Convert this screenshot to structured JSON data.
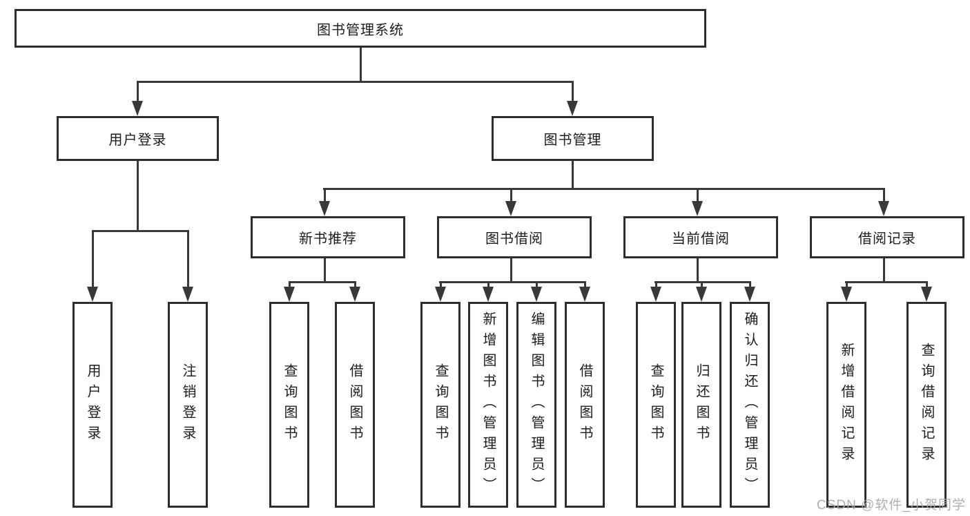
{
  "tree": {
    "label": "图书管理系统",
    "children": [
      {
        "label": "用户登录",
        "children": [
          {
            "label": "用户登录"
          },
          {
            "label": "注销登录"
          }
        ]
      },
      {
        "label": "图书管理",
        "children": [
          {
            "label": "新书推荐",
            "children": [
              {
                "label": "查询图书"
              },
              {
                "label": "借阅图书"
              }
            ]
          },
          {
            "label": "图书借阅",
            "children": [
              {
                "label": "查询图书"
              },
              {
                "label": "新增图书（管理员）"
              },
              {
                "label": "编辑图书（管理员）"
              },
              {
                "label": "借阅图书"
              }
            ]
          },
          {
            "label": "当前借阅",
            "children": [
              {
                "label": "查询图书"
              },
              {
                "label": "归还图书"
              },
              {
                "label": "确认归还（管理员）"
              }
            ]
          },
          {
            "label": "借阅记录",
            "children": [
              {
                "label": "新增借阅记录"
              },
              {
                "label": "查询借阅记录"
              }
            ]
          }
        ]
      }
    ]
  },
  "watermark": {
    "text": "CSDN @软件_小贺同学"
  },
  "colors": {
    "line": "#383838",
    "box_border": "#2d2d2d",
    "box_background": "#ffffff",
    "text": "#1c1c1c",
    "watermark": "#a6a6a6"
  }
}
